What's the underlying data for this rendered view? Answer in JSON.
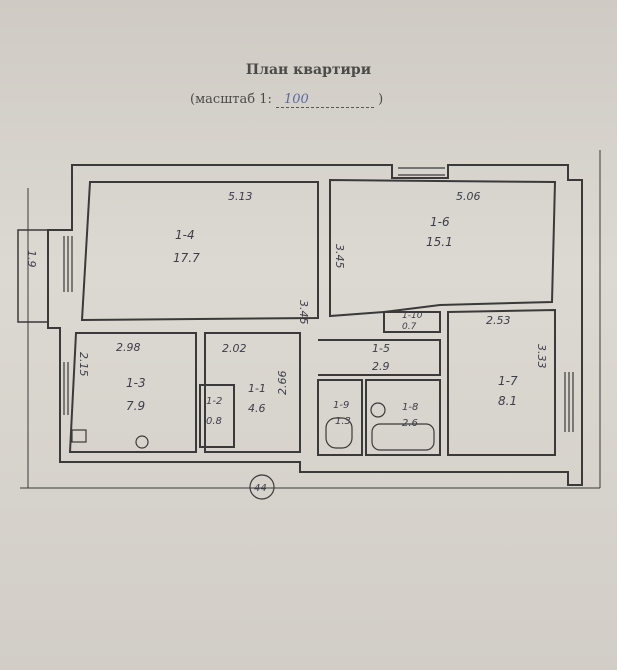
{
  "header": {
    "title": "План квартири",
    "scale_prefix": "(масштаб 1:",
    "scale_value": "100",
    "scale_suffix": ")"
  },
  "rooms": [
    {
      "id": "1-4",
      "area": "17.7"
    },
    {
      "id": "1-6",
      "area": "15.1"
    },
    {
      "id": "1-3",
      "area": "7.9"
    },
    {
      "id": "1-1",
      "area": "4.6"
    },
    {
      "id": "1-2",
      "area": "0.8"
    },
    {
      "id": "1-5",
      "area": "2.9"
    },
    {
      "id": "1-10",
      "area": "0.7"
    },
    {
      "id": "1-7",
      "area": "8.1"
    },
    {
      "id": "1-9",
      "area": "1.3"
    },
    {
      "id": "1-8",
      "area": "2.6"
    }
  ],
  "dimensions": [
    "5.13",
    "5.06",
    "3.45",
    "3.45",
    "2.98",
    "2.02",
    "2.66",
    "2.53",
    "3.33",
    "2.15",
    "1.9"
  ],
  "stamp": "44",
  "colors": {
    "line": "#3a3a3a",
    "ink": "#3c3d4a"
  }
}
